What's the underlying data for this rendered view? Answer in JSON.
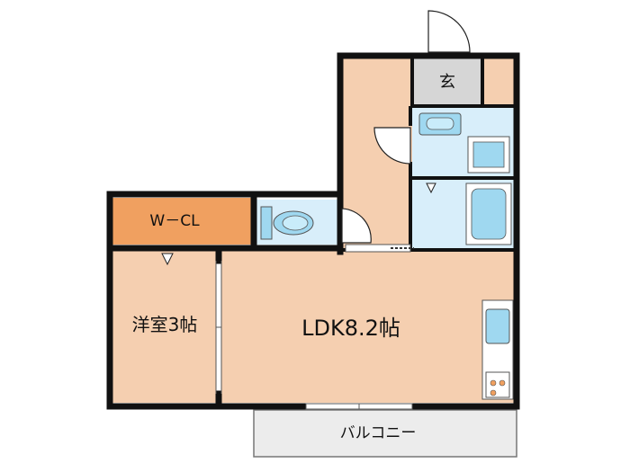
{
  "floorplan": {
    "rooms": {
      "entrance": "玄",
      "walk_in_closet": "W－CL",
      "western_room": "洋室3帖",
      "ldk": "LDK8.2帖",
      "balcony": "バルコニー"
    },
    "colors": {
      "room_floor": "#f5cfb0",
      "closet": "#f0a060",
      "wet_area": "#d8eefa",
      "fixture": "#9fd8f0",
      "entrance_floor": "#d6d6d6",
      "balcony": "#ececec",
      "wall": "#111111"
    },
    "icons": [
      "entrance-door-icon",
      "toilet-icon",
      "washbasin-icon",
      "washing-machine-icon",
      "bathtub-icon",
      "sink-icon",
      "stove-icon"
    ]
  }
}
